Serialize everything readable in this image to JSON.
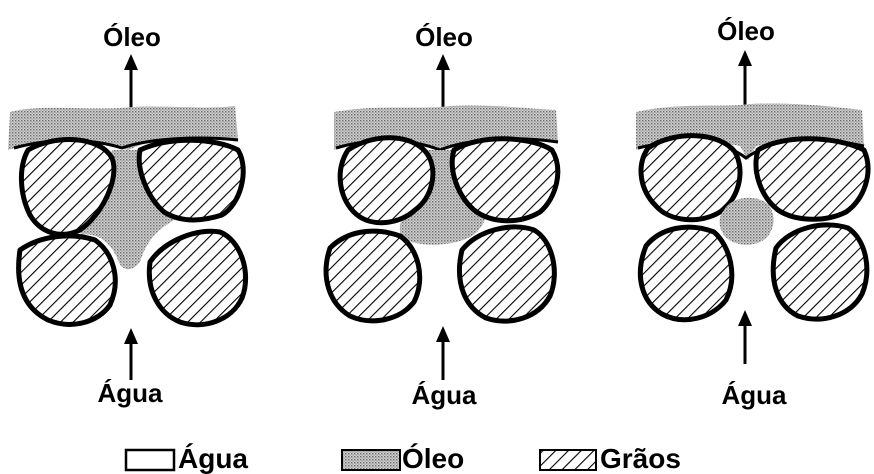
{
  "panels": [
    {
      "oil_label": "Óleo",
      "water_label": "Água"
    },
    {
      "oil_label": "Óleo",
      "water_label": "Água"
    },
    {
      "oil_label": "Óleo",
      "water_label": "Água"
    }
  ],
  "legend": [
    {
      "label": "Água",
      "swatch": "empty"
    },
    {
      "label": "Óleo",
      "swatch": "stippled"
    },
    {
      "label": "Grãos",
      "swatch": "hatched"
    }
  ],
  "colors": {
    "ink": "#000000",
    "oil_stipple": "#9a9a9a",
    "background": "#ffffff"
  }
}
